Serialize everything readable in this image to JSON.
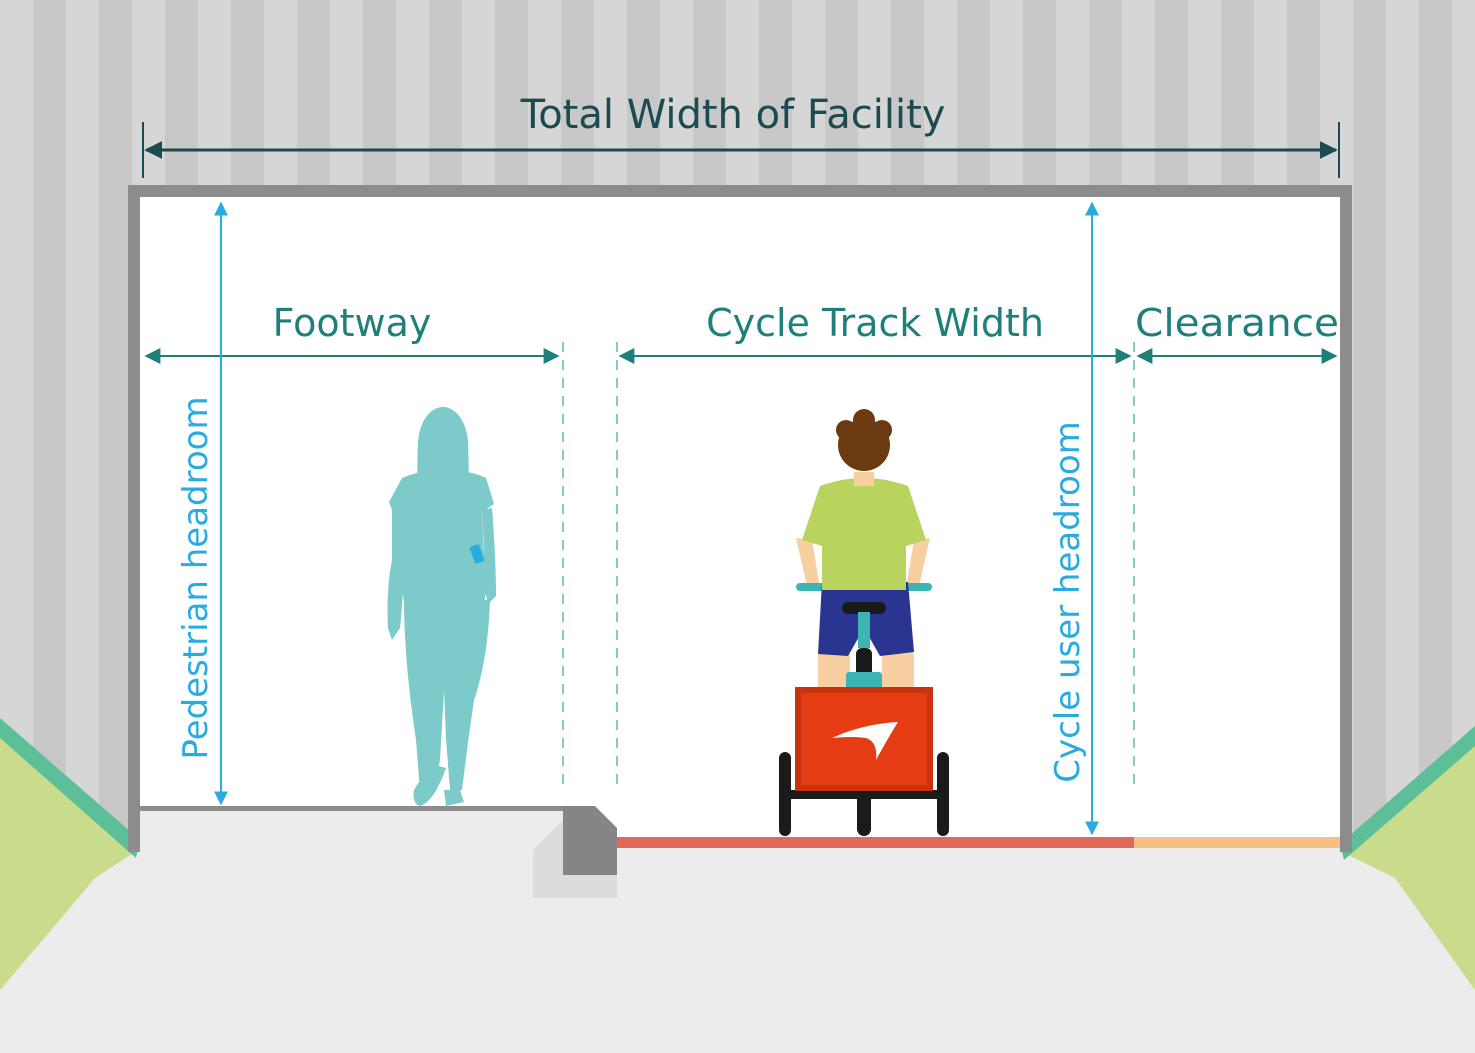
{
  "diagram": {
    "labels": {
      "total_width": "Total Width of Facility",
      "footway": "Footway",
      "cycle_track_width": "Cycle Track Width",
      "clearance": "Clearance",
      "pedestrian_headroom": "Pedestrian headroom",
      "cycle_user_headroom": "Cycle user headroom"
    },
    "icons": {
      "pedestrian": "pedestrian-silhouette-icon",
      "cyclist": "cargo-cyclist-icon",
      "brand_mark": "swoosh-logo-icon"
    },
    "colors": {
      "wall_stripe_light": "#d6d6d6",
      "wall_stripe_dark": "#c8c8c8",
      "frame": "#8c8c8c",
      "interior": "#ffffff",
      "ground": "#ececec",
      "grass": "#c9dc8c",
      "grass_edge": "#5cbf98",
      "title_text": "#1b4a4f",
      "dimension_text": "#1f7f7b",
      "headroom": "#29abe2",
      "cycle_track_surface": "#e06a5a",
      "clearance_surface": "#f7bf82",
      "kerb": "#858585",
      "pedestrian": "#7ccac9",
      "cargo_box": "#e63c13",
      "shirt": "#b8d45e",
      "shorts": "#2a3591",
      "hair": "#6b3a11",
      "skin": "#f8cfa0"
    }
  }
}
